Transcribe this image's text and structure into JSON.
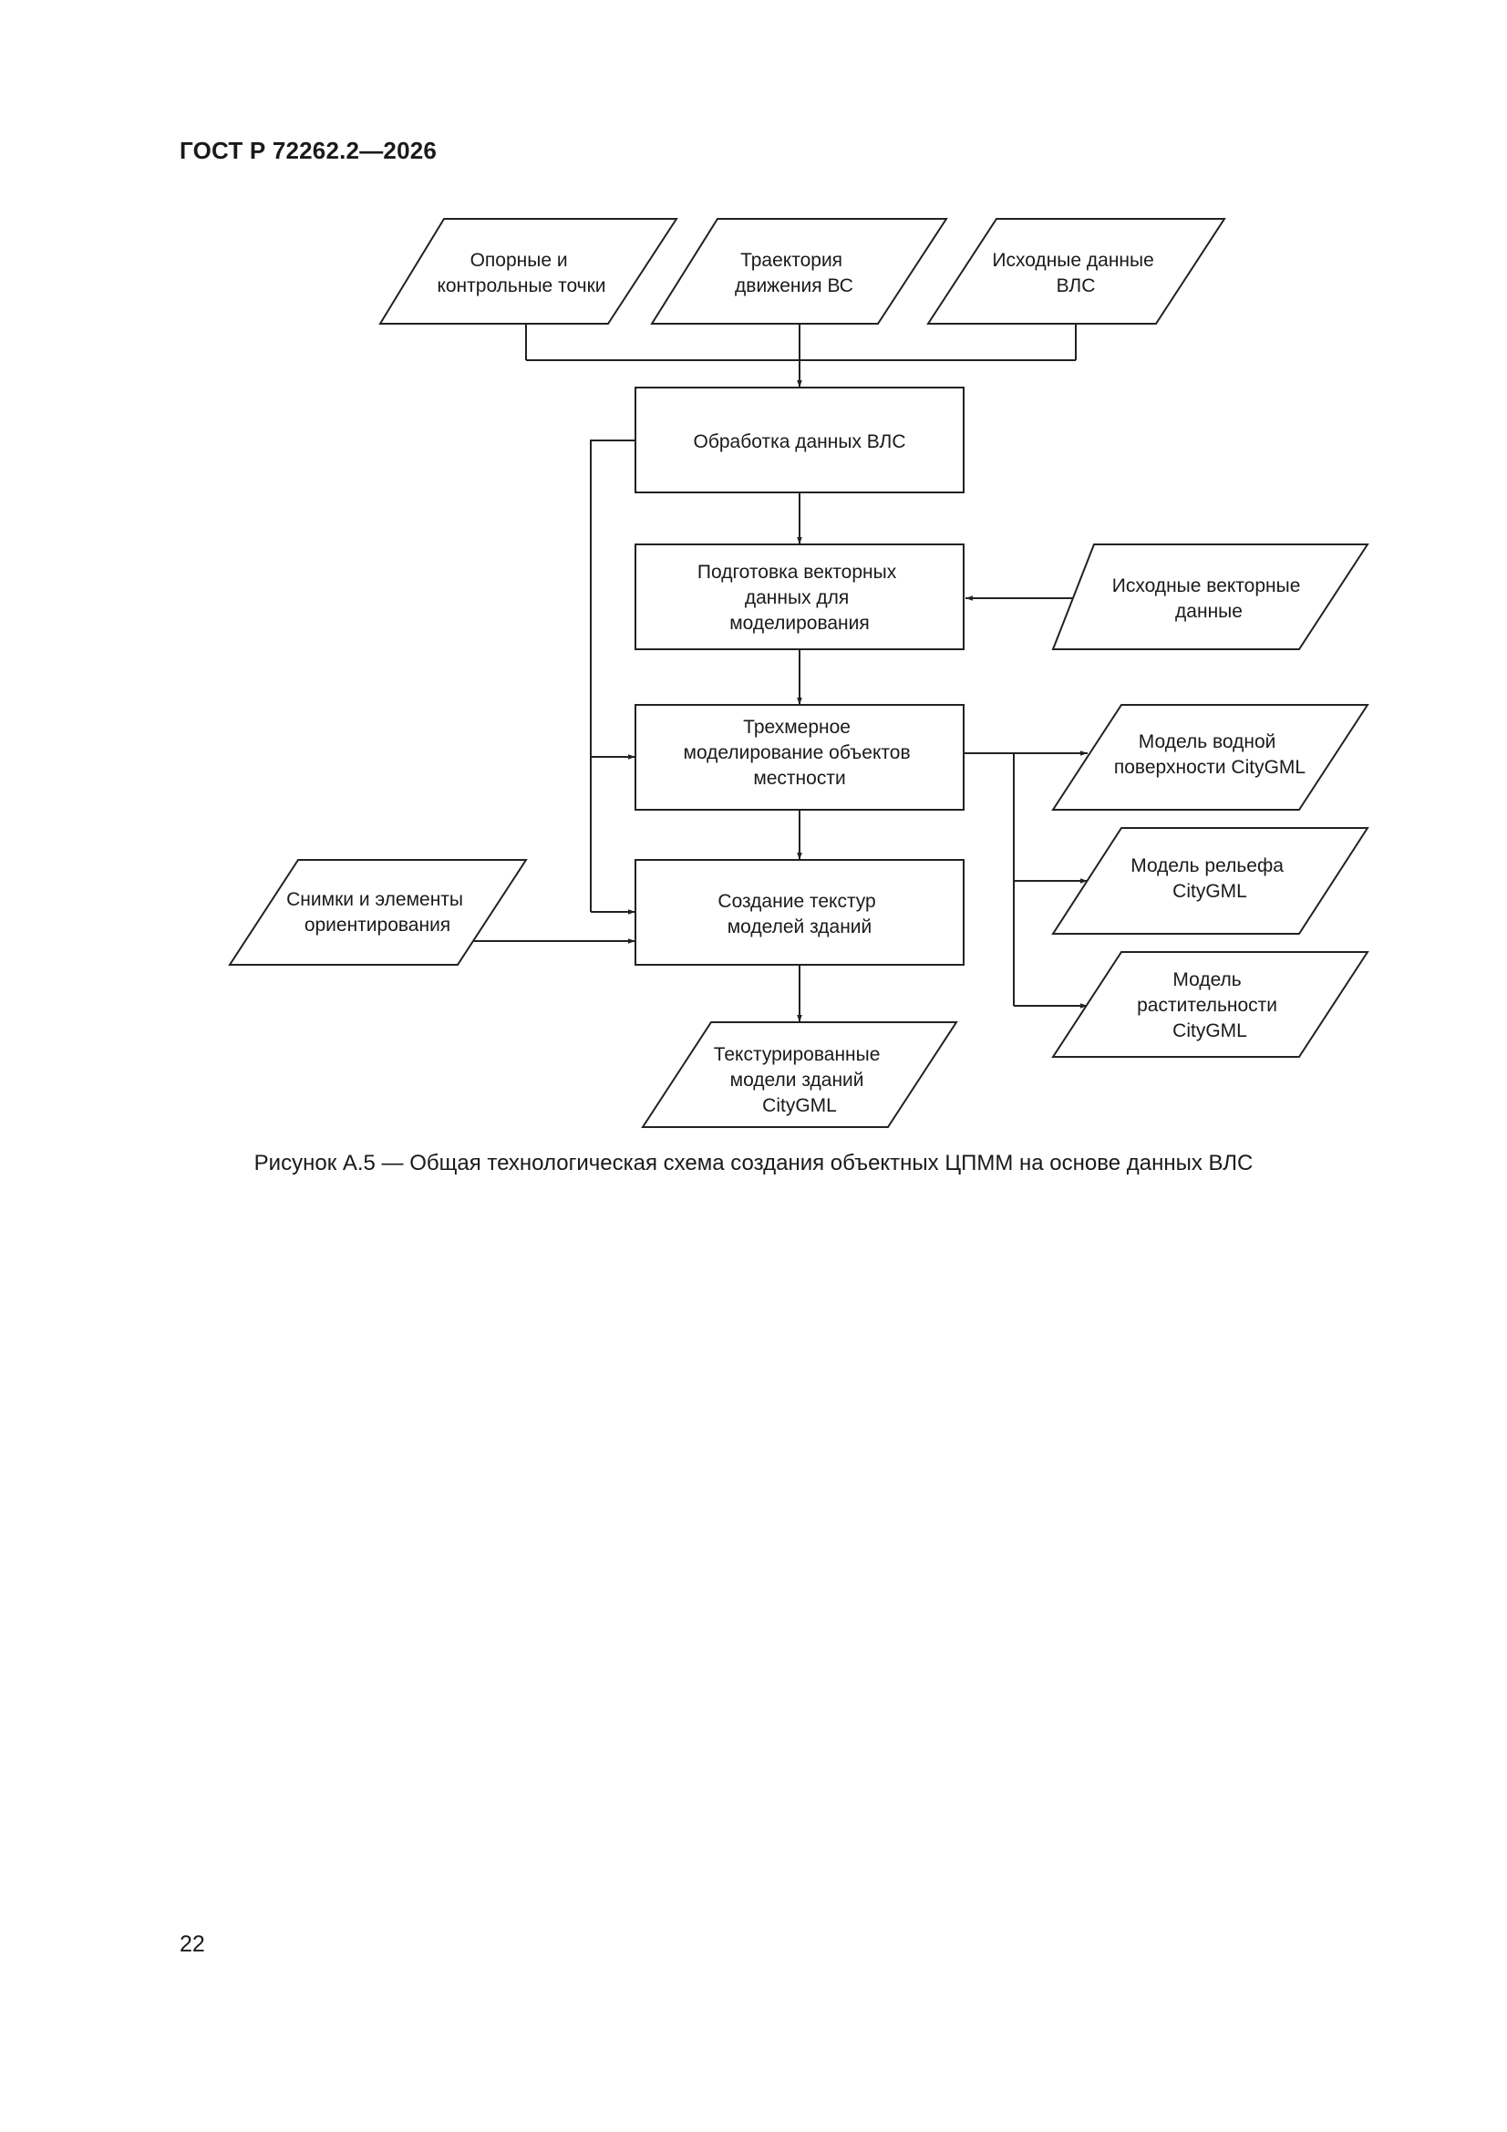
{
  "document": {
    "header": "ГОСТ Р 72262.2—2026",
    "caption": "Рисунок А.5 — Общая технологическая схема создания объектных ЦПММ на основе данных ВЛС",
    "page_number": "22"
  },
  "diagram": {
    "nodes": {
      "input_control_points": {
        "shape": "data",
        "lines": [
          "Опорные и",
          "контрольные точки"
        ]
      },
      "input_trajectory": {
        "shape": "data",
        "lines": [
          "Траектория",
          "движения ВС"
        ]
      },
      "input_source_data": {
        "shape": "data",
        "lines": [
          "Исходные данные",
          "ВЛС"
        ]
      },
      "process_data": {
        "shape": "process",
        "lines": [
          "Обработка данных ВЛС"
        ]
      },
      "process_vector_prep": {
        "shape": "process",
        "lines": [
          "Подготовка векторных",
          "данных для",
          "моделирования"
        ]
      },
      "input_vector_data": {
        "shape": "data",
        "lines": [
          "Исходные векторные",
          "данные"
        ]
      },
      "process_3d_modeling": {
        "shape": "process",
        "lines": [
          "Трехмерное",
          "моделирование объектов",
          "местности"
        ]
      },
      "output_water": {
        "shape": "data",
        "lines": [
          "Модель водной",
          "поверхности CityGML"
        ]
      },
      "output_relief": {
        "shape": "data",
        "lines": [
          "Модель  рельефа",
          "CityGML"
        ]
      },
      "output_vegetation": {
        "shape": "data",
        "lines": [
          "Модель",
          "растительности",
          "CityGML"
        ]
      },
      "input_images": {
        "shape": "data",
        "lines": [
          "Снимки и элементы",
          "ориентирования"
        ]
      },
      "process_textures": {
        "shape": "process",
        "lines": [
          "Создание текстур",
          "моделей зданий"
        ]
      },
      "output_textured": {
        "shape": "data",
        "lines": [
          "Текстурированные",
          "модели зданий",
          "CityGML"
        ]
      }
    },
    "edges": [
      {
        "from": "input_control_points",
        "to": "process_data"
      },
      {
        "from": "input_trajectory",
        "to": "process_data"
      },
      {
        "from": "input_source_data",
        "to": "process_data"
      },
      {
        "from": "process_data",
        "to": "process_vector_prep"
      },
      {
        "from": "input_vector_data",
        "to": "process_vector_prep"
      },
      {
        "from": "process_vector_prep",
        "to": "process_3d_modeling"
      },
      {
        "from": "process_data",
        "to": "process_3d_modeling"
      },
      {
        "from": "process_data",
        "to": "process_textures"
      },
      {
        "from": "process_3d_modeling",
        "to": "process_textures"
      },
      {
        "from": "input_images",
        "to": "process_textures"
      },
      {
        "from": "process_3d_modeling",
        "to": "output_water"
      },
      {
        "from": "process_3d_modeling",
        "to": "output_relief"
      },
      {
        "from": "process_3d_modeling",
        "to": "output_vegetation"
      },
      {
        "from": "process_textures",
        "to": "output_textured"
      }
    ]
  }
}
